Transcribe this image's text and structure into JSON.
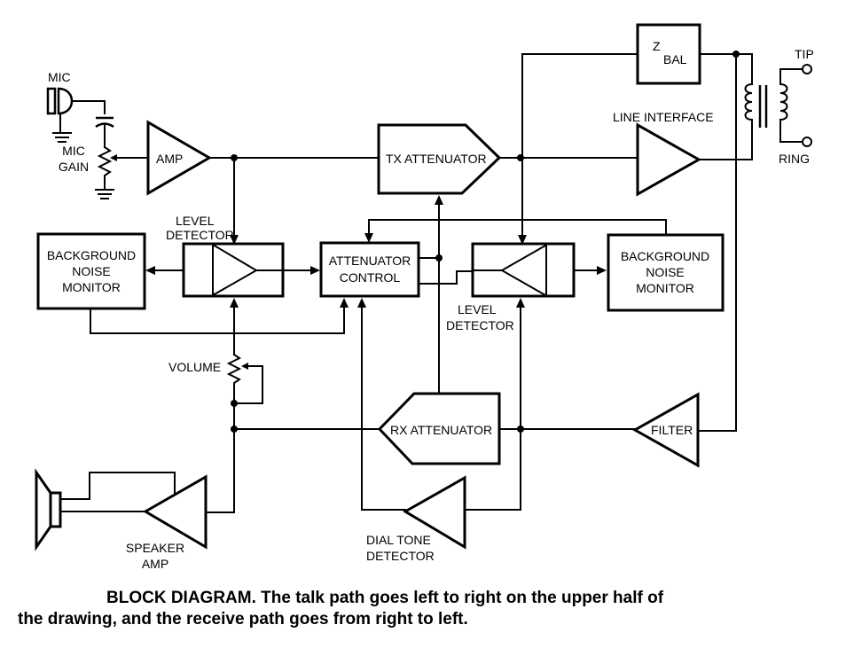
{
  "diagram": {
    "blocks": {
      "mic": "MIC",
      "mic_gain_1": "MIC",
      "mic_gain_2": "GAIN",
      "amp": "AMP",
      "tx_attenuator": "TX ATTENUATOR",
      "z_bal_main": "Z",
      "z_bal_sub": "BAL",
      "line_interface": "LINE INTERFACE",
      "tip": "TIP",
      "ring": "RING",
      "level_detector_left_1": "LEVEL",
      "level_detector_left_2": "DETECTOR",
      "bg_noise_left_1": "BACKGROUND",
      "bg_noise_left_2": "NOISE",
      "bg_noise_left_3": "MONITOR",
      "attenuator_control_1": "ATTENUATOR",
      "attenuator_control_2": "CONTROL",
      "level_detector_right_1": "LEVEL",
      "level_detector_right_2": "DETECTOR",
      "bg_noise_right_1": "BACKGROUND",
      "bg_noise_right_2": "NOISE",
      "bg_noise_right_3": "MONITOR",
      "volume": "VOLUME",
      "rx_attenuator": "RX ATTENUATOR",
      "filter": "FILTER",
      "speaker_amp_1": "SPEAKER",
      "speaker_amp_2": "AMP",
      "dial_tone_1": "DIAL TONE",
      "dial_tone_2": "DETECTOR"
    }
  },
  "caption": {
    "line1": "BLOCK DIAGRAM. The talk path goes left to right on the upper half of",
    "line2": "the drawing, and the receive path goes from right to left."
  }
}
